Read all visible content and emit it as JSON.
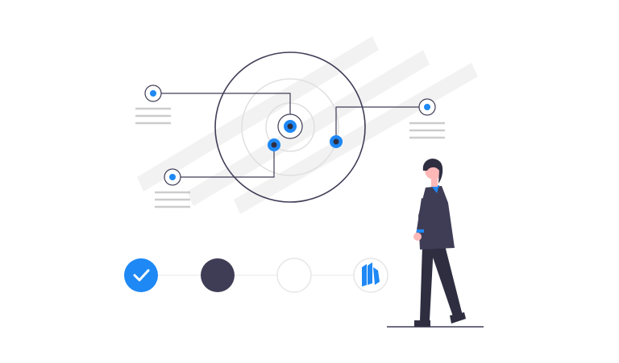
{
  "colors": {
    "accent": "#1e88f5",
    "dark": "#3f3d56",
    "light_gray": "#f2f2f2",
    "mid_gray": "#e6e6e6",
    "line_gray": "#cccccc",
    "skin": "#ffb8b8",
    "hair": "#2f2e41",
    "white": "#ffffff"
  },
  "steps": [
    {
      "state": "complete",
      "icon": "check-icon"
    },
    {
      "state": "current",
      "icon": "none"
    },
    {
      "state": "pending",
      "icon": "none"
    },
    {
      "state": "logo",
      "icon": "brand-logo-icon"
    }
  ],
  "radar": {
    "rings": 3,
    "targets": 4
  },
  "callouts": {
    "text_lines_per_callout": 3
  }
}
